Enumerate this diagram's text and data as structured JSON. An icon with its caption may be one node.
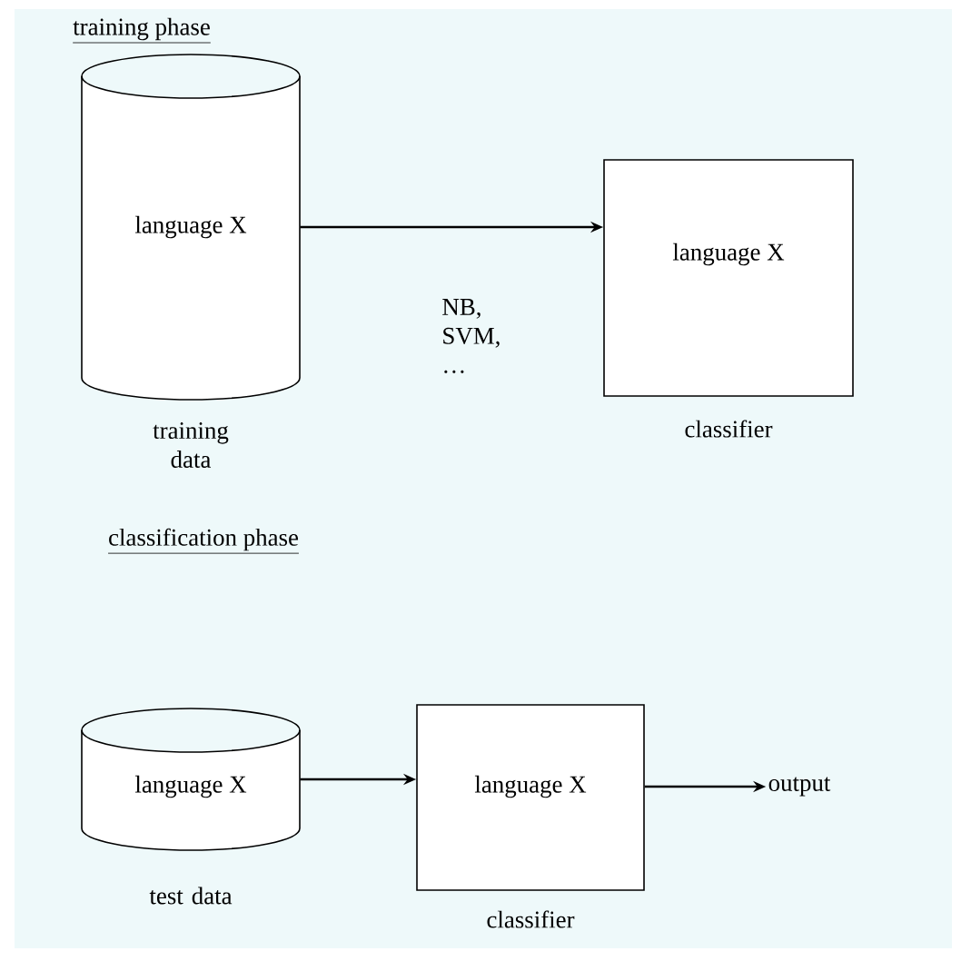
{
  "diagram": {
    "nodes": [
      {
        "text": [
          "language X"
        ],
        "beside": [
          "training data"
        ]
      },
      {
        "text": [
          "language X"
        ],
        "beside": [
          "classifier"
        ]
      },
      {
        "text": [
          "language X"
        ],
        "beside": [
          "test data"
        ]
      },
      {
        "text": [
          "language X"
        ],
        "beside": [
          "classifier"
        ]
      },
      {
        "text": [
          "output"
        ]
      }
    ],
    "edges": [
      {
        "from": 0,
        "to": 1,
        "arrow": "to",
        "label": "NB, SVM, …"
      },
      {
        "from": 2,
        "to": 3,
        "arrow": "to"
      },
      {
        "from": 3,
        "to": 4,
        "arrow": "to"
      }
    ],
    "labels": [
      "training phase",
      "classification phase"
    ]
  }
}
